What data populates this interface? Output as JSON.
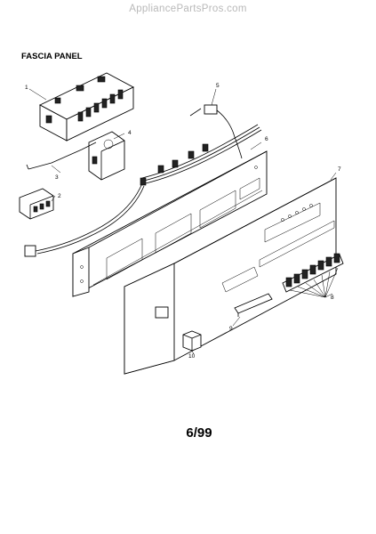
{
  "header": {
    "watermark": "AppliancePartsPros.com",
    "title": "FASCIA PANEL"
  },
  "footer": {
    "revision": "6/99"
  },
  "callouts": [
    "1",
    "2",
    "3",
    "4",
    "5",
    "6",
    "7",
    "8",
    "9",
    "10"
  ]
}
